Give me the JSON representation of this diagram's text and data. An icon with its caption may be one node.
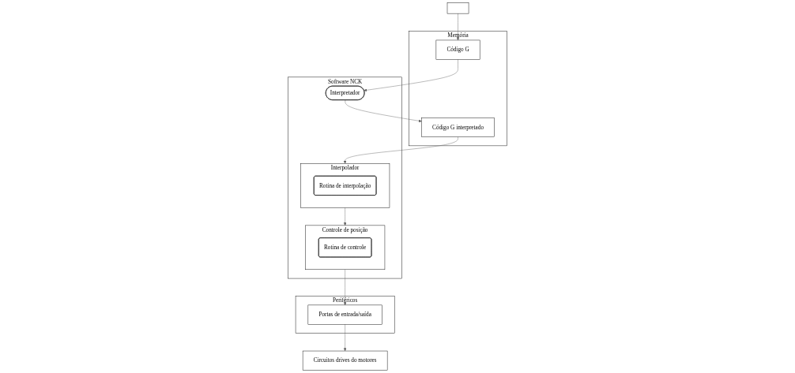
{
  "diagram": {
    "nodes": [
      {
        "text": [],
        "shape": "box"
      },
      {
        "text": [
          "Circuitos drives do motores"
        ]
      },
      {
        "text": [
          "Memória"
        ]
      },
      {
        "text": [
          "Código G"
        ],
        "in": 2
      },
      {
        "text": [
          "Código G interpretado"
        ],
        "in": 2
      },
      {
        "text": [
          "Periféricos"
        ]
      },
      {
        "text": [
          "Portas de entrada/saída"
        ],
        "in": 5
      },
      {
        "text": [
          "Software NCK"
        ]
      },
      {
        "text": [
          "Interpretador"
        ],
        "in": 7
      },
      {
        "text": [
          "Interpolador"
        ],
        "in": 7
      },
      {
        "text": [
          "Rotina de interpolação"
        ],
        "in": 9
      },
      {
        "text": [
          "Controle de posição"
        ],
        "in": 7
      },
      {
        "text": [
          "Rotina de controle"
        ],
        "in": 11
      }
    ],
    "edges": [
      {
        "from": 0,
        "to": 3,
        "arrow": "to"
      },
      {
        "from": 3,
        "to": 8,
        "arrow": "to"
      },
      {
        "from": 8,
        "to": 4,
        "arrow": "to"
      },
      {
        "from": 4,
        "to": 9,
        "arrow": "to"
      },
      {
        "from": 9,
        "to": 11,
        "arrow": "to"
      },
      {
        "from": 11,
        "to": 6,
        "arrow": "to"
      },
      {
        "from": 6,
        "to": 1,
        "arrow": "to"
      }
    ]
  }
}
